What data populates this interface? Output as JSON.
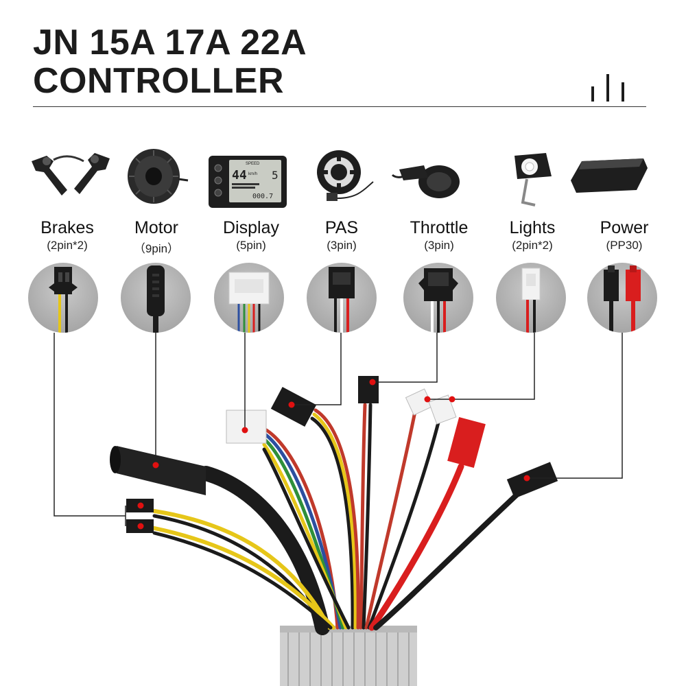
{
  "title": {
    "line1": "JN 15A 17A 22A",
    "line2": "CONTROLLER"
  },
  "header_icon": "bar-graph-icon",
  "components": [
    {
      "id": "brakes",
      "label": "Brakes",
      "pins": "(2pin*2)",
      "icon": "brake-levers-icon"
    },
    {
      "id": "motor",
      "label": "Motor",
      "pins": "（9pin）",
      "icon": "hub-motor-icon"
    },
    {
      "id": "display",
      "label": "Display",
      "pins": "(5pin)",
      "icon": "lcd-display-icon"
    },
    {
      "id": "pas",
      "label": "PAS",
      "pins": "(3pin)",
      "icon": "pas-sensor-icon"
    },
    {
      "id": "throttle",
      "label": "Throttle",
      "pins": "(3pin)",
      "icon": "thumb-throttle-icon"
    },
    {
      "id": "lights",
      "label": "Lights",
      "pins": "(2pin*2)",
      "icon": "headlight-icon"
    },
    {
      "id": "power",
      "label": "Power",
      "pins": "(PP30)",
      "icon": "battery-pack-icon"
    }
  ],
  "display_screen": {
    "speed": "44",
    "unit": "km/h",
    "level": "5",
    "odo": "000.7",
    "caption": "SPEED"
  },
  "colors": {
    "title": "#1c1c1c",
    "callout_line": "#222222",
    "marker_dot": "#e01010",
    "circle_bg": "#a9a9a9",
    "wire_red": "#d91e1e",
    "wire_yellow": "#e6c619",
    "wire_black": "#1b1b1b",
    "wire_green": "#2f8f3a",
    "wire_blue": "#2c4fa0"
  }
}
